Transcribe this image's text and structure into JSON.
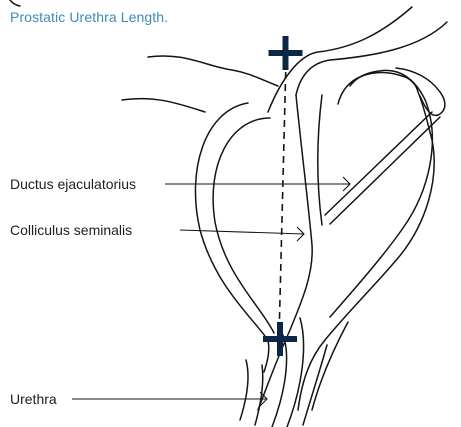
{
  "caption": {
    "text": "Prostatic Urethra Length.",
    "color": "#3d8ab8"
  },
  "labels": {
    "ductus": "Ductus ejaculatorius",
    "colliculus": "Colliculus seminalis",
    "urethra": "Urethra"
  },
  "colors": {
    "outline": "#141414",
    "marker": "#0d2645"
  },
  "icons": {
    "top_marker": "plus-marker-icon",
    "bottom_marker": "plus-marker-icon"
  }
}
